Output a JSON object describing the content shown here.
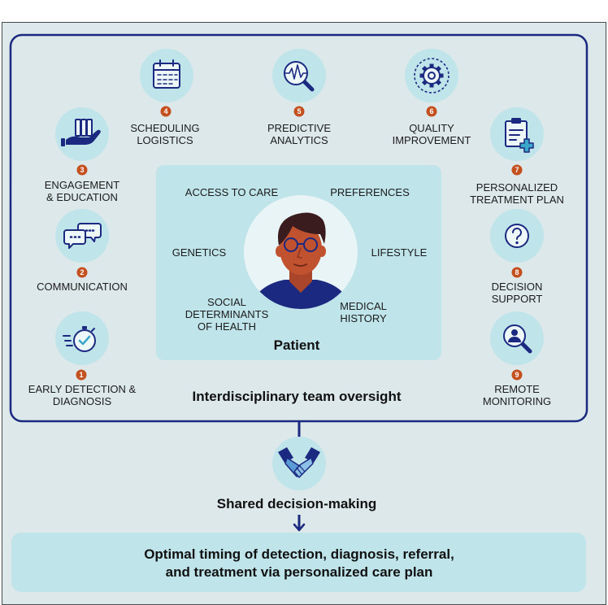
{
  "diagram": {
    "patient": {
      "title": "Patient",
      "factors": {
        "access_to_care": "ACCESS TO CARE",
        "preferences": "PREFERENCES",
        "genetics": "GENETICS",
        "lifestyle": "LIFESTYLE",
        "social_determinants": [
          "SOCIAL",
          "DETERMINANTS",
          "OF HEALTH"
        ],
        "medical_history": [
          "MEDICAL",
          "HISTORY"
        ]
      }
    },
    "oversight_label": "Interdisciplinary team oversight",
    "components": [
      {
        "number": "1",
        "label": [
          "EARLY DETECTION &",
          "DIAGNOSIS"
        ],
        "icon": "stopwatch-icon"
      },
      {
        "number": "2",
        "label": [
          "COMMUNICATION"
        ],
        "icon": "speech-bubbles-icon"
      },
      {
        "number": "3",
        "label": [
          "ENGAGEMENT",
          "& EDUCATION"
        ],
        "icon": "hand-with-books-icon"
      },
      {
        "number": "4",
        "label": [
          "SCHEDULING",
          "LOGISTICS"
        ],
        "icon": "calendar-icon"
      },
      {
        "number": "5",
        "label": [
          "PREDICTIVE",
          "ANALYTICS"
        ],
        "icon": "magnifier-waveform-icon"
      },
      {
        "number": "6",
        "label": [
          "QUALITY",
          "IMPROVEMENT"
        ],
        "icon": "gear-icon"
      },
      {
        "number": "7",
        "label": [
          "PERSONALIZED",
          "TREATMENT PLAN"
        ],
        "icon": "clipboard-plus-icon"
      },
      {
        "number": "8",
        "label": [
          "DECISION",
          "SUPPORT"
        ],
        "icon": "question-mark-icon"
      },
      {
        "number": "9",
        "label": [
          "REMOTE",
          "MONITORING"
        ],
        "icon": "magnifier-person-icon"
      }
    ],
    "shared_decision": "Shared decision-making",
    "shared_decision_icon": "handshake-icon",
    "outcome": [
      "Optimal timing of detection, diagnosis, referral,",
      "and treatment via personalized care plan"
    ],
    "colors": {
      "navy": "#1b2a80",
      "accent": "#c4501f",
      "panel": "#bfe4ea",
      "background": "#dde8ea"
    }
  }
}
